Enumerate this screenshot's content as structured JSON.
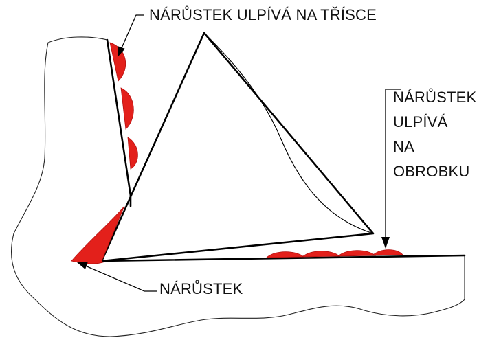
{
  "labels": {
    "chip_adhesion": "NÁRŮSTEK ULPÍVÁ NA TŘÍSCE",
    "workpiece_adhesion": [
      "NÁRŮSTEK",
      "ULPÍVÁ",
      "NA",
      "OBROBKU"
    ],
    "built_up_edge": "NÁRŮSTEK"
  },
  "colors": {
    "built_up_edge": "#e3201b",
    "lines": "#000000",
    "background": "#ffffff"
  }
}
